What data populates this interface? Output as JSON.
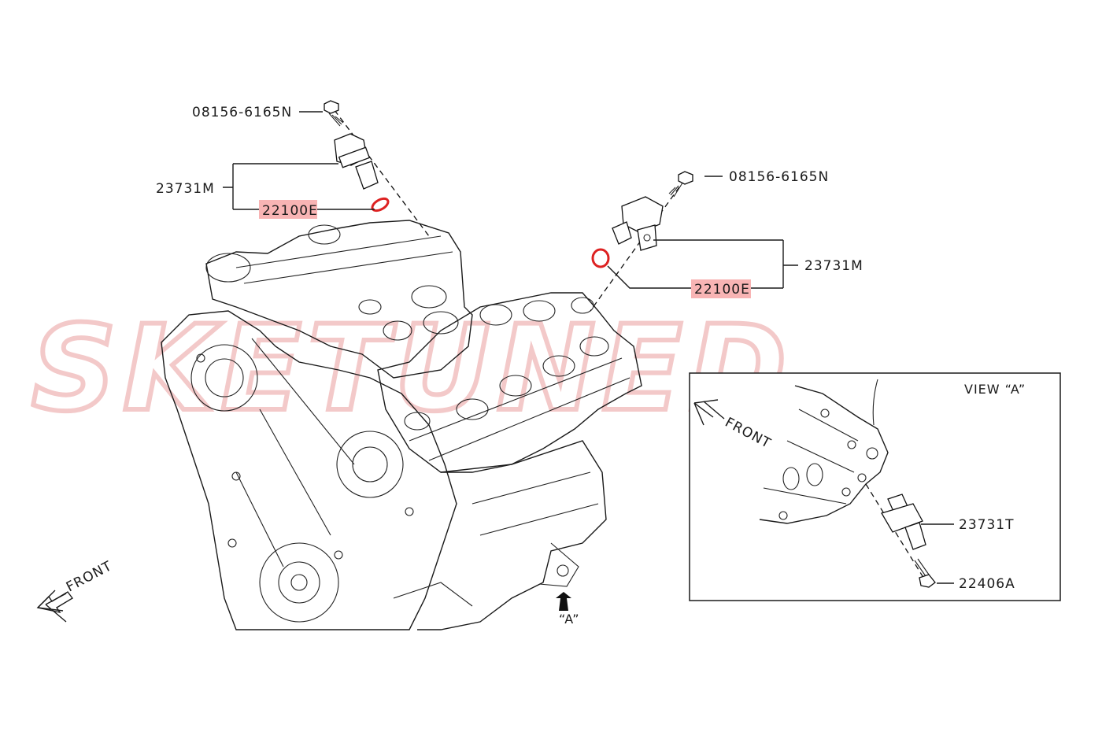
{
  "watermark": "SKETUNED",
  "labels": {
    "bolt_left": "08156-6165N",
    "sensor_left": "23731M",
    "oring_left": "22100E",
    "bolt_right": "08156-6165N",
    "sensor_right": "23731M",
    "oring_right": "22100E",
    "front_main": "FRONT",
    "view_marker": "“A”"
  },
  "inset": {
    "title": "VIEW “A”",
    "front": "FRONT",
    "sensor": "23731T",
    "bolt": "22406A"
  },
  "colors": {
    "highlight": "#f8b4b4",
    "oring": "#dd2222",
    "lines": "#1a1a1a"
  }
}
